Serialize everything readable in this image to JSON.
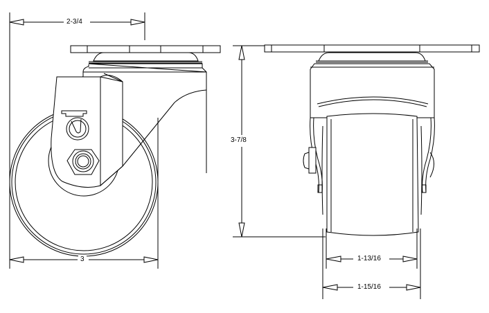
{
  "diagram": {
    "subject": "Swivel caster technical drawing",
    "views": [
      {
        "name": "side-view",
        "label": ""
      },
      {
        "name": "front-view",
        "label": ""
      }
    ],
    "dimensions": {
      "mount_offset": "2-3/4",
      "wheel_diameter": "3",
      "overall_height": "3-7/8",
      "wheel_width": "1-13/16",
      "fork_width": "1-15/16"
    },
    "colors": {
      "line": "#000000",
      "background": "#ffffff"
    }
  }
}
